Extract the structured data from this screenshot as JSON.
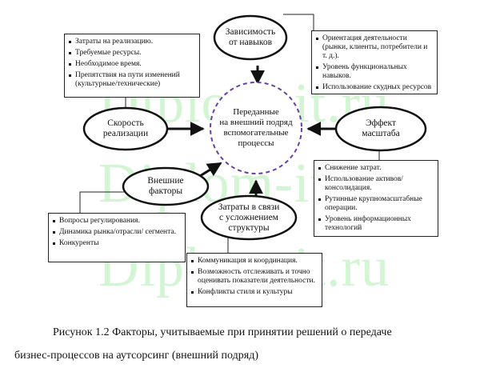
{
  "watermark": {
    "line1": "Diplom-it.ru",
    "line2": "Diplom-it.ru",
    "line3": "Diplom-it.ru"
  },
  "center": {
    "line1": "Переданные",
    "line2": "на внешний подряд",
    "line3": "вспомогательные",
    "line4": "процессы"
  },
  "nodes": {
    "skills": {
      "line1": "Зависимость",
      "line2": "от навыков"
    },
    "speed": {
      "line1": "Скорость",
      "line2": "реализации"
    },
    "scale": {
      "line1": "Эффект",
      "line2": "масштаба"
    },
    "external": {
      "line1": "Внешние",
      "line2": "факторы"
    },
    "structure": {
      "line1": "Затраты в связи",
      "line2": "с усложнением",
      "line3": "структуры"
    }
  },
  "boxes": {
    "top_left": [
      "Затраты на реализацию.",
      "Требуемые ресурсы.",
      "Необходимое время.",
      "Препятствия на пути изменений (культурные/технические)"
    ],
    "top_right": [
      "Ориентация деятельности (рынки, клиенты, потребители и т. д.).",
      "Уровень функциональных навыков.",
      "Использование скудных ресурсов"
    ],
    "mid_right": [
      "Снижение затрат.",
      "Использование активов/ консолидация.",
      "Рутинные крупномасштабные операции.",
      "Уровень информационных технологий"
    ],
    "bottom_left": [
      "Вопросы регулирования.",
      "Динамика рынка/отрасли/ сегмента.",
      "Конкуренты"
    ],
    "bottom_center": [
      "Коммуникация и координация.",
      "Возможность отслеживать и точно оценивать показатели деятельности.",
      "Конфликты стиля и культуры"
    ]
  },
  "caption": {
    "line1": "Рисунок 1.2 Факторы, учитываемые при принятии решений о передаче",
    "line2": "бизнес-процессов на аутсорсинг (внешний подряд)"
  }
}
